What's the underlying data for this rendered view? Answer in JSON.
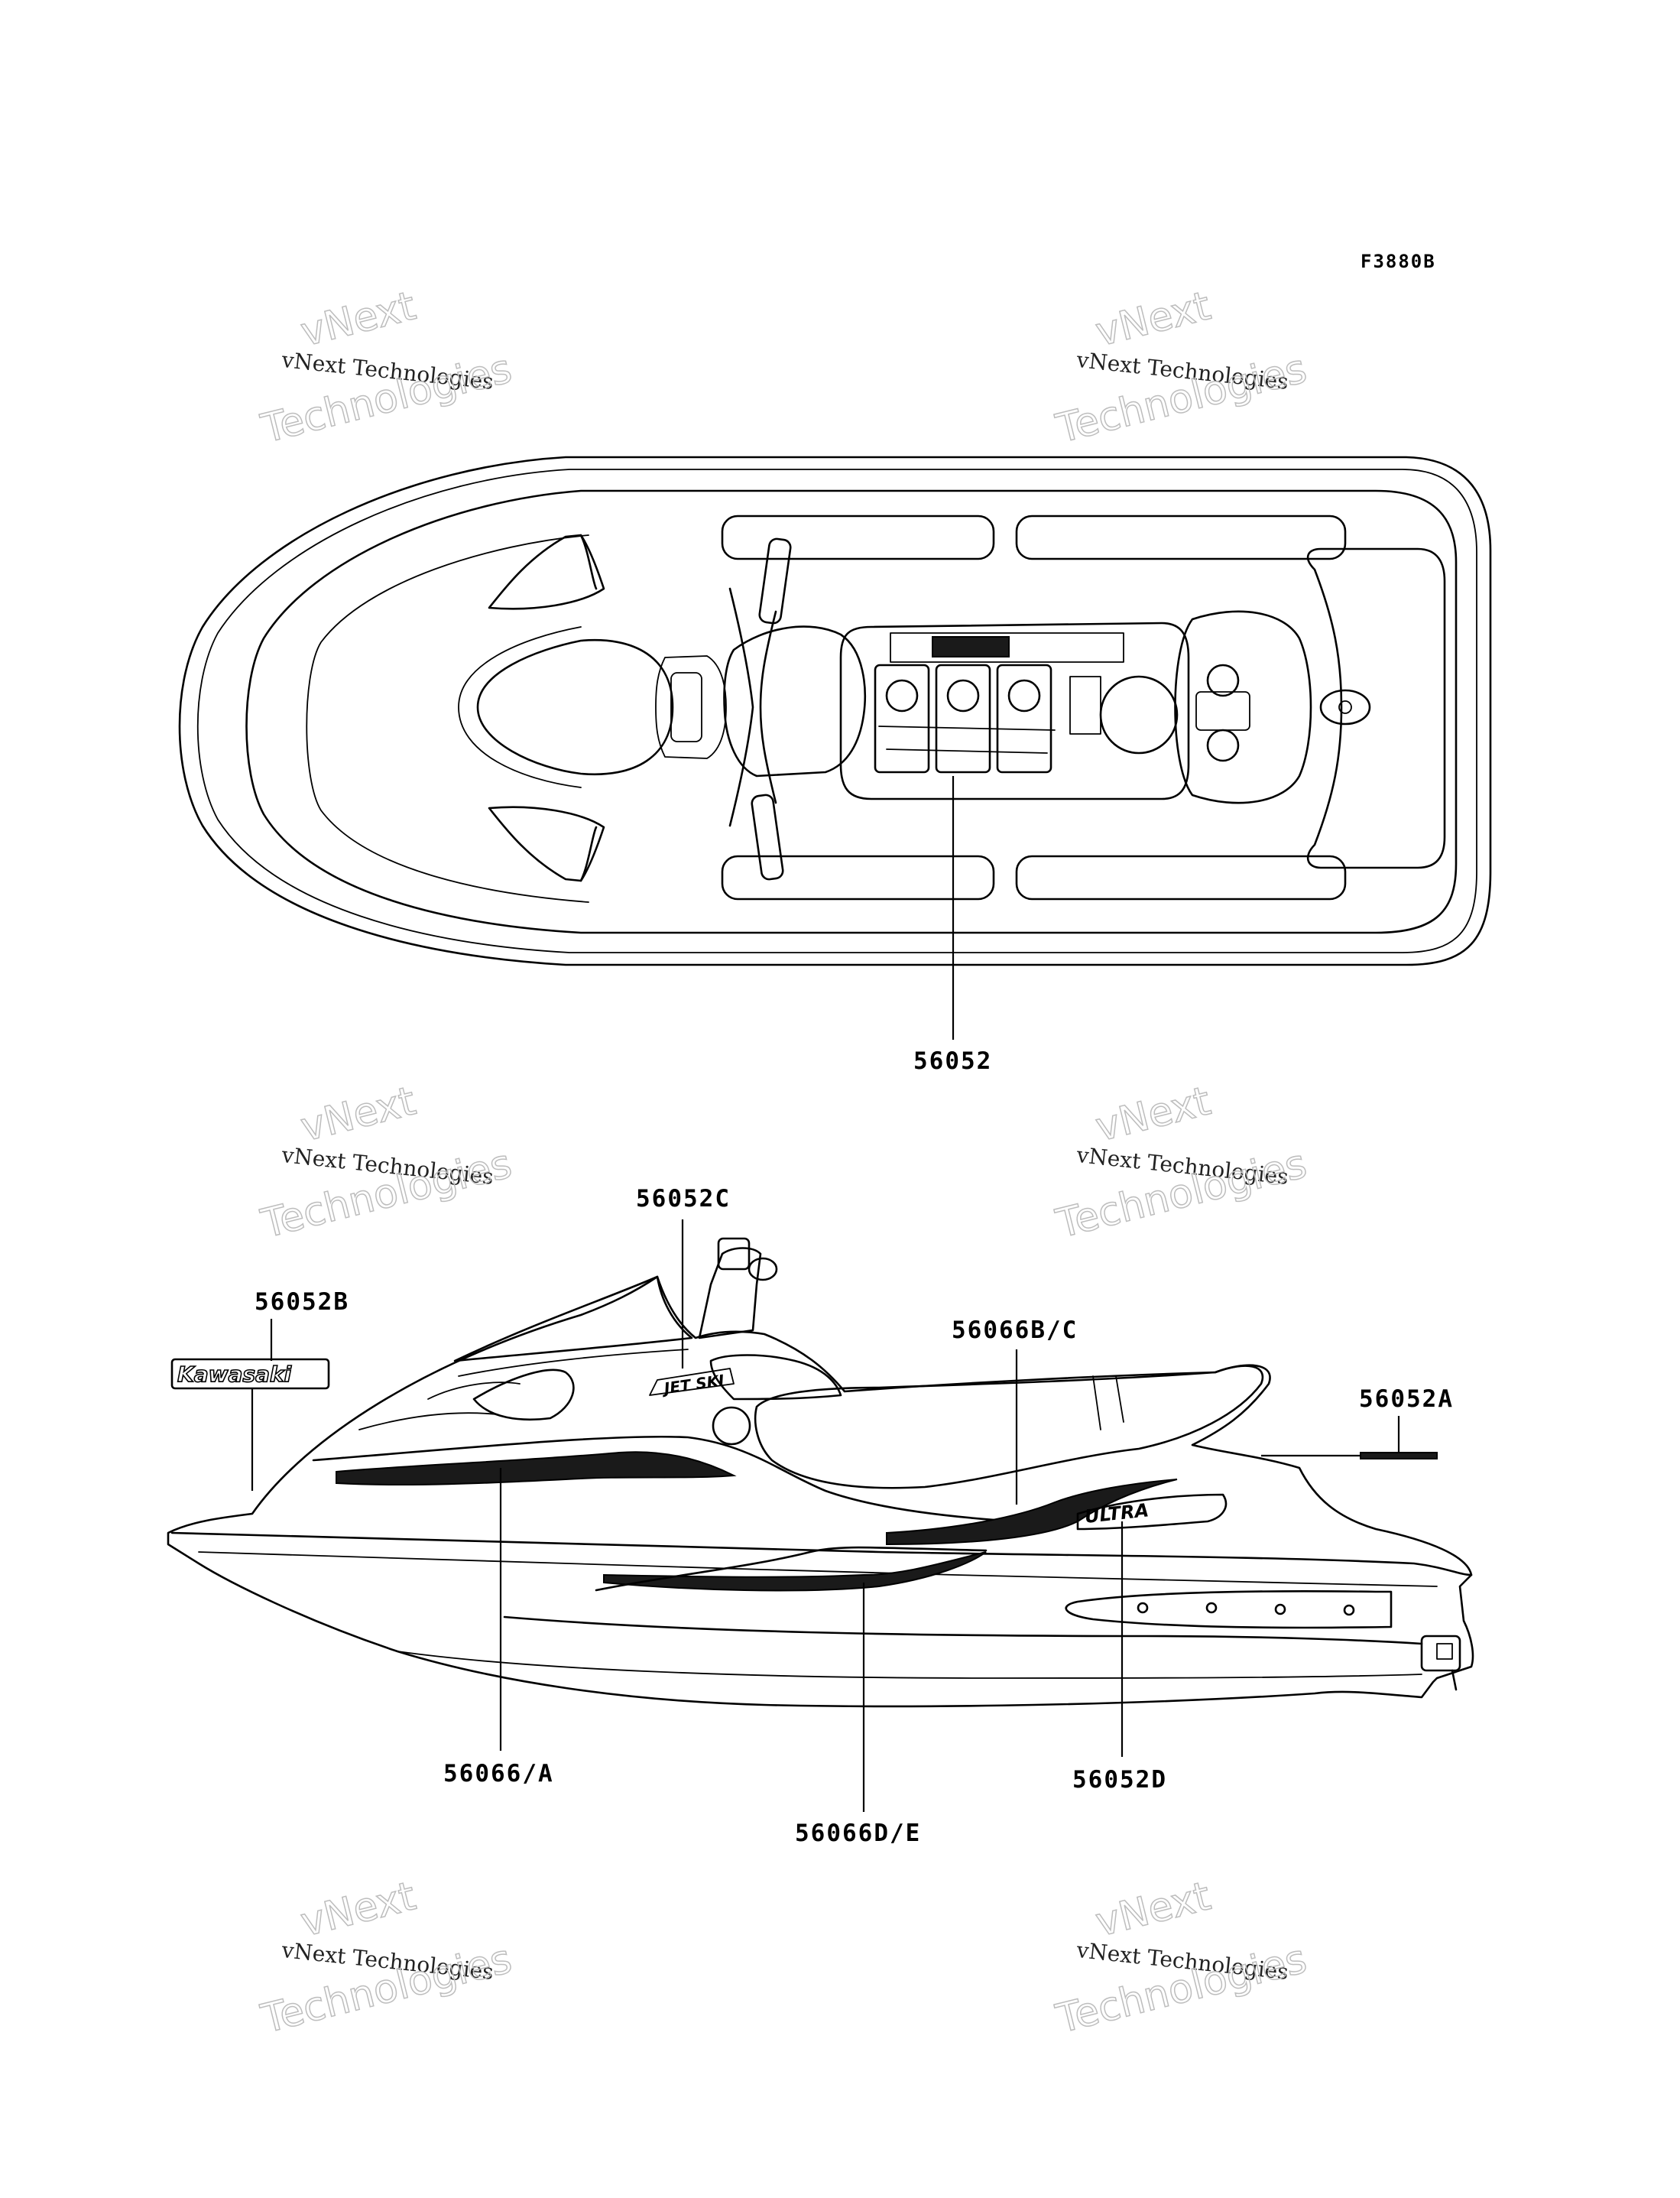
{
  "figure_id": "F3880B",
  "watermark": {
    "line1": "vNext Technologies",
    "line2": "vNext",
    "line3": "Technologies"
  },
  "top_view": {
    "callouts": [
      {
        "id": "c-56052",
        "text": "56052"
      }
    ]
  },
  "side_view": {
    "callouts": [
      {
        "id": "c-56052C",
        "text": "56052C"
      },
      {
        "id": "c-56052B",
        "text": "56052B"
      },
      {
        "id": "c-56066BC",
        "text": "56066B/C"
      },
      {
        "id": "c-56052A",
        "text": "56052A"
      },
      {
        "id": "c-56066A",
        "text": "56066/A"
      },
      {
        "id": "c-56052D",
        "text": "56052D"
      },
      {
        "id": "c-56066DE",
        "text": "56066D/E"
      }
    ],
    "decal_kawasaki": "Kawasaki",
    "decal_jetski": "JET SKI",
    "decal_ultra": "ULTRA"
  }
}
